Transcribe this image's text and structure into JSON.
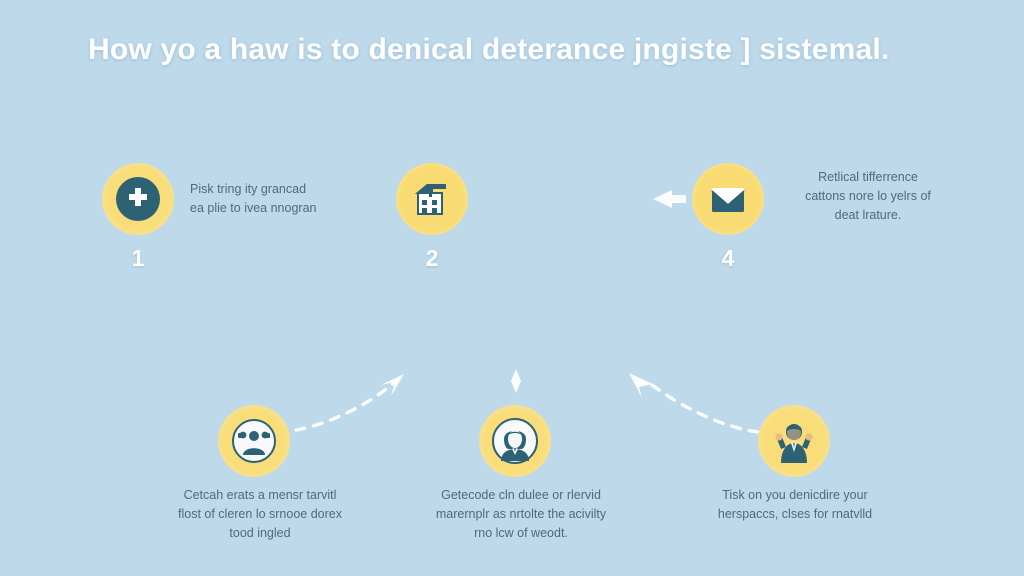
{
  "title": "How yo a haw is to denical deterance jngiste ] sistemal.",
  "colors": {
    "background": "#bdd9ea",
    "halo_yellow": "#f8dd79",
    "icon_dark": "#2d6274",
    "title_text": "#ffffff",
    "body_text": "#4e6b7d",
    "connector": "#ffffff"
  },
  "steps": [
    {
      "number": "1",
      "icon": "medical-cross-icon",
      "text": "Pisk tring ity grancad\nea plie to ivea nnogran"
    },
    {
      "number": "2",
      "icon": "house-icon",
      "text": ""
    },
    {
      "number": "4",
      "icon": "envelope-icon",
      "text": "Retlical tifferrence\ncattons nore lo yelrs of\ndeat lrature."
    }
  ],
  "bottom_items": [
    {
      "icon": "user-group-icon",
      "text": "Cetcah erats a mensr tarvitl\nflost of cleren lo srnooe dorex\ntood ingled"
    },
    {
      "icon": "person-avatar-icon",
      "text": "Getecode cln dulee or rlervid\nmarernplr as nrtolte the acivilty\nrno lcw of weodt."
    },
    {
      "icon": "person-raised-hands-icon",
      "text": "Tisk on you denicdire your\nherspaccs, clses for rnatvlld"
    }
  ],
  "connectors": [
    {
      "name": "arrow-left-to-step4",
      "type": "solid-arrow-left"
    },
    {
      "name": "dashed-arrow-bottom-left-up",
      "type": "dashed-curve-arrow"
    },
    {
      "name": "dashed-arrow-bottom-right-up",
      "type": "dashed-curve-arrow"
    },
    {
      "name": "diamond-marker-center",
      "type": "diamond"
    }
  ]
}
